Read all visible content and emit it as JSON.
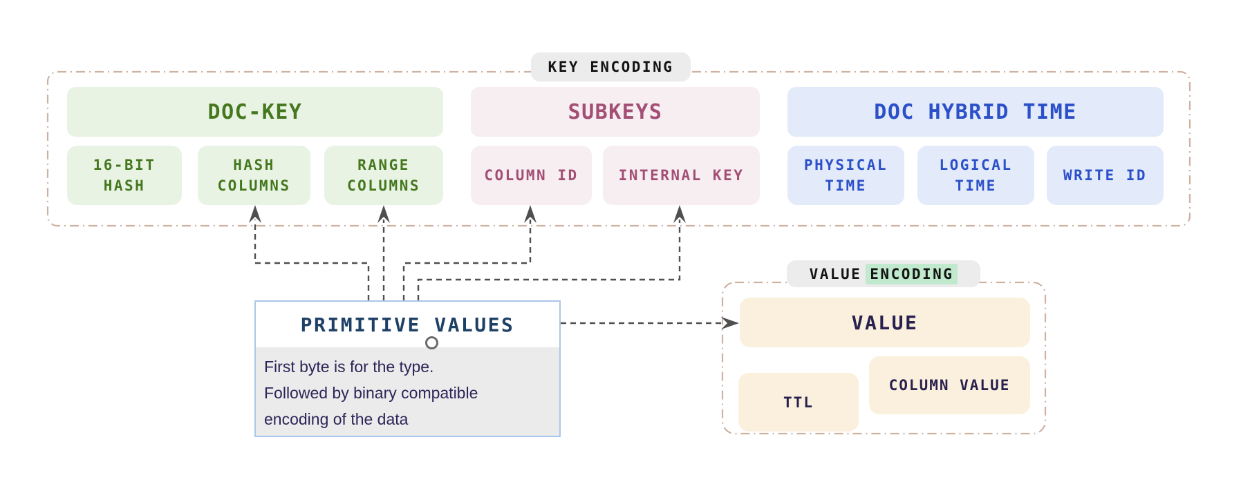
{
  "key_encoding": {
    "badge": "KEY ENCODING",
    "groups": [
      {
        "title": "DOC-KEY",
        "color_bg": "#e9f3e4",
        "color_text": "#45781e",
        "items": [
          {
            "label": "16-BIT HASH"
          },
          {
            "label": "HASH COLUMNS"
          },
          {
            "label": "RANGE COLUMNS"
          }
        ]
      },
      {
        "title": "SUBKEYS",
        "color_bg": "#f6eef1",
        "color_text": "#a34e74",
        "items": [
          {
            "label": "COLUMN ID"
          },
          {
            "label": "INTERNAL KEY"
          }
        ]
      },
      {
        "title": "DOC HYBRID TIME",
        "color_bg": "#e3eafa",
        "color_text": "#2b50c8",
        "items": [
          {
            "label": "PHYSICAL TIME"
          },
          {
            "label": "LOGICAL TIME"
          },
          {
            "label": "WRITE ID"
          }
        ]
      }
    ]
  },
  "primitive_values": {
    "title": "PRIMITIVE VALUES",
    "description_lines": [
      "First byte is for the type.",
      "Followed by binary compatible",
      "encoding of the data"
    ]
  },
  "value_encoding": {
    "badge_plain": "VALUE",
    "badge_highlight": "ENCODING",
    "badge_highlight_color": "#c0e9cd",
    "value_label": "VALUE",
    "ttl_label": "TTL",
    "column_value_label": "COLUMN VALUE",
    "box_color": "#faf0dd"
  },
  "style_colors": {
    "container_border": "#cdb2a2",
    "connector": "#4f4f4f",
    "badge_bg": "#ececec",
    "primitive_border": "#a9c7e8",
    "primitive_title_text": "#1f4066",
    "description_bg": "#ebebeb",
    "dark_navy_text": "#28204e"
  }
}
